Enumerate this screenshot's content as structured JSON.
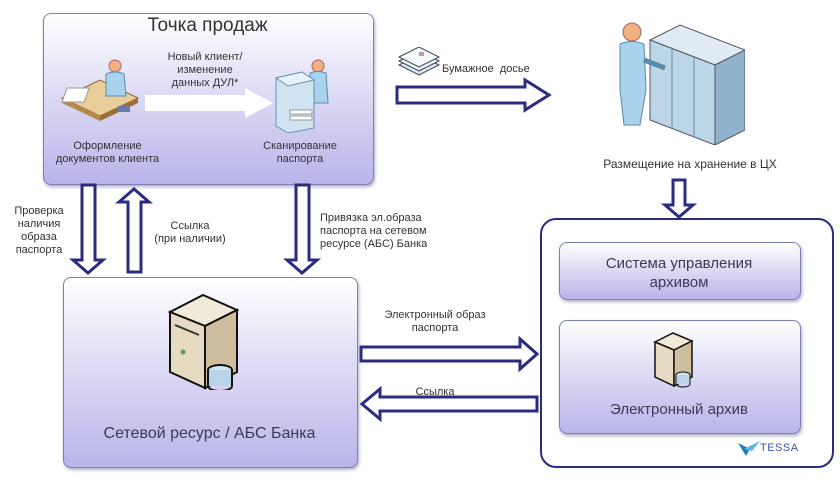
{
  "sales_point": {
    "title": "Точка продаж",
    "flow_label": [
      "Новый клиент/",
      "изменение",
      "данных ДУЛ*"
    ],
    "left_caption": [
      "Оформление",
      "документов клиента"
    ],
    "right_caption": [
      "Сканирование",
      "паспорта"
    ]
  },
  "paper_dossier_label": "Бумажное  досье",
  "storage_caption": "Размещение на хранение в ЦХ",
  "check_label": [
    "Проверка",
    "наличия",
    "образа",
    "паспорта"
  ],
  "link_if_exists_label": [
    "Ссылка",
    "(при наличии)"
  ],
  "binding_label": [
    "Привязка эл.образа",
    "паспорта на сетевом",
    "ресурсе  (АБС) Банка"
  ],
  "network_resource": {
    "title": "Сетевой ресурс / АБС Банка"
  },
  "electronic_image_label": [
    "Электронный образ",
    "паспорта"
  ],
  "link_label": "Ссылка",
  "archive": {
    "management_system": [
      "Система управления",
      "архивом"
    ],
    "electronic_archive": "Электронный архив",
    "logo_text": "TESSA"
  },
  "colors": {
    "arrow_stroke": "#2b2b80",
    "box_fill_bottom": "#b9b4ea",
    "box_border": "#7d7db8"
  }
}
